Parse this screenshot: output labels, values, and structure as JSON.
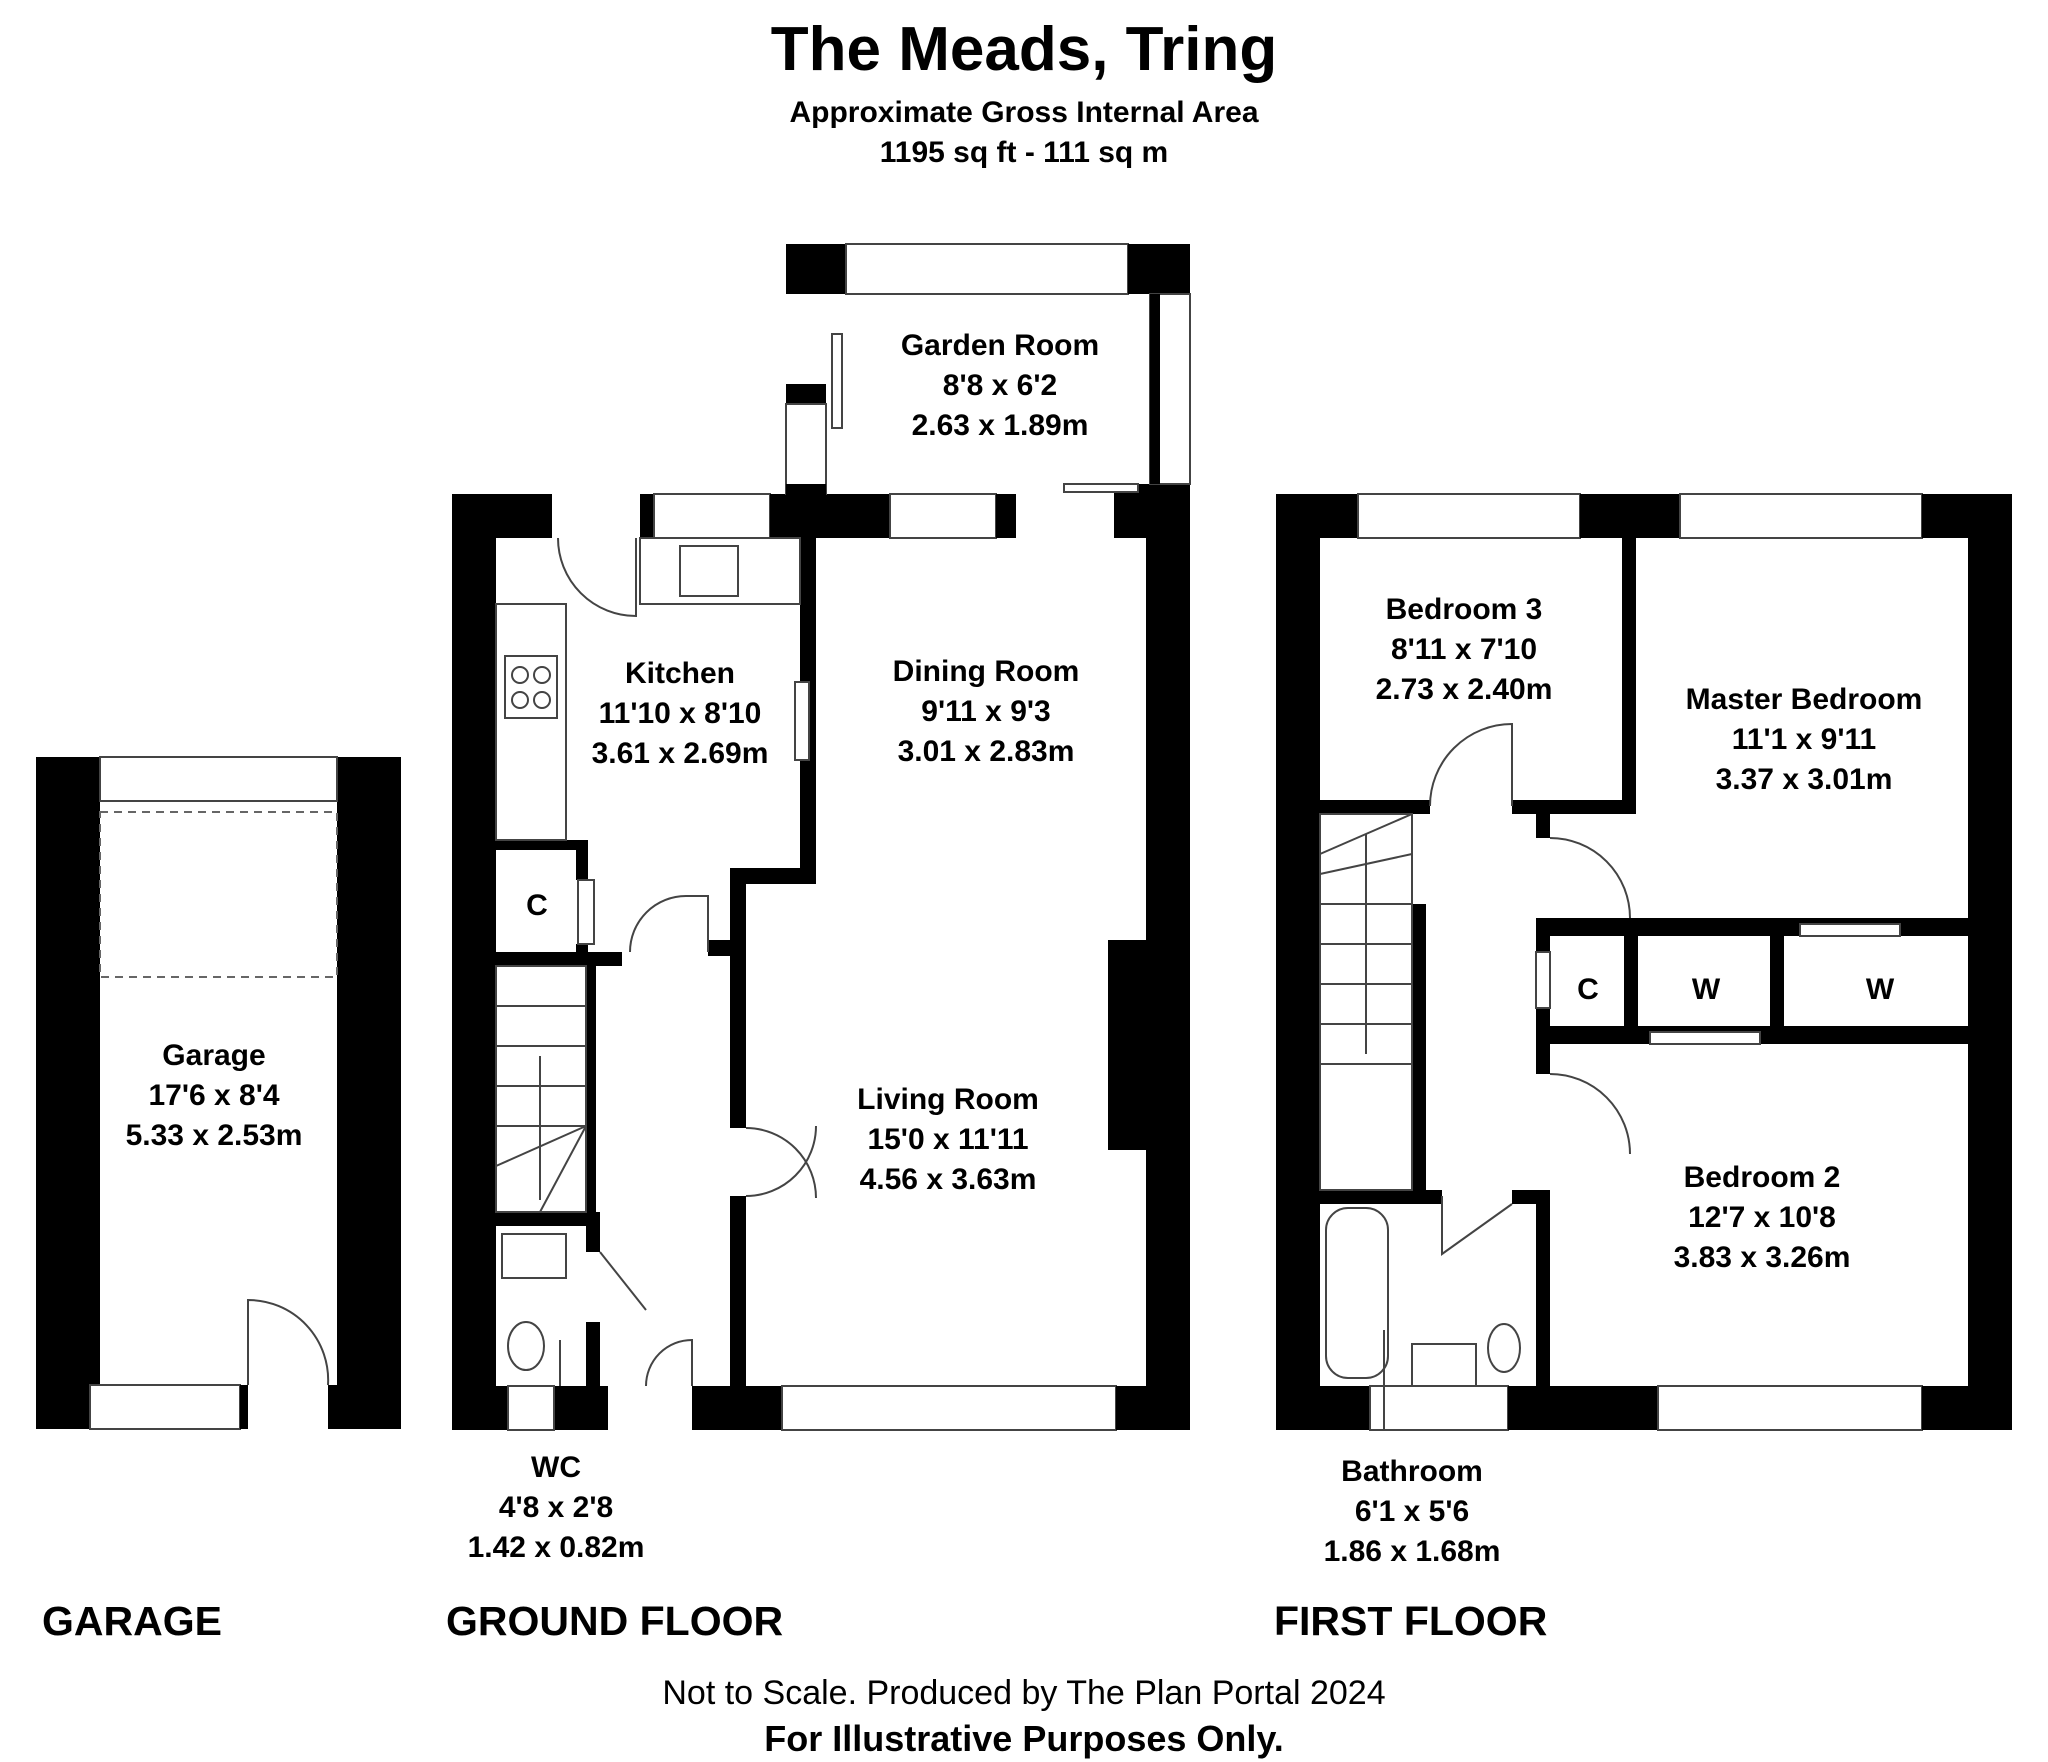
{
  "header": {
    "title": "The Meads, Tring",
    "subtitle": "Approximate Gross Internal Area",
    "area": "1195 sq ft - 111 sq m"
  },
  "floors": {
    "garage": "GARAGE",
    "ground": "GROUND FLOOR",
    "first": "FIRST FLOOR"
  },
  "rooms": {
    "garage": {
      "name": "Garage",
      "imperial": "17'6 x 8'4",
      "metric": "5.33 x 2.53m"
    },
    "garden_room": {
      "name": "Garden Room",
      "imperial": "8'8 x 6'2",
      "metric": "2.63 x 1.89m"
    },
    "kitchen": {
      "name": "Kitchen",
      "imperial": "11'10 x 8'10",
      "metric": "3.61 x 2.69m"
    },
    "dining_room": {
      "name": "Dining Room",
      "imperial": "9'11 x 9'3",
      "metric": "3.01 x 2.83m"
    },
    "living_room": {
      "name": "Living Room",
      "imperial": "15'0 x 11'11",
      "metric": "4.56 x 3.63m"
    },
    "wc": {
      "name": "WC",
      "imperial": "4'8 x 2'8",
      "metric": "1.42 x 0.82m"
    },
    "bedroom3": {
      "name": "Bedroom 3",
      "imperial": "8'11 x 7'10",
      "metric": "2.73 x 2.40m"
    },
    "master_bedroom": {
      "name": "Master Bedroom",
      "imperial": "11'1 x 9'11",
      "metric": "3.37 x 3.01m"
    },
    "bedroom2": {
      "name": "Bedroom 2",
      "imperial": "12'7 x 10'8",
      "metric": "3.83 x 3.26m"
    },
    "bathroom": {
      "name": "Bathroom",
      "imperial": "6'1 x 5'6",
      "metric": "1.86 x 1.68m"
    }
  },
  "cupboards": {
    "ground_c": "C",
    "first_c": "C",
    "w1": "W",
    "w2": "W"
  },
  "footer": {
    "line1": "Not to Scale. Produced by The Plan Portal 2024",
    "line2": "For Illustrative Purposes Only."
  }
}
